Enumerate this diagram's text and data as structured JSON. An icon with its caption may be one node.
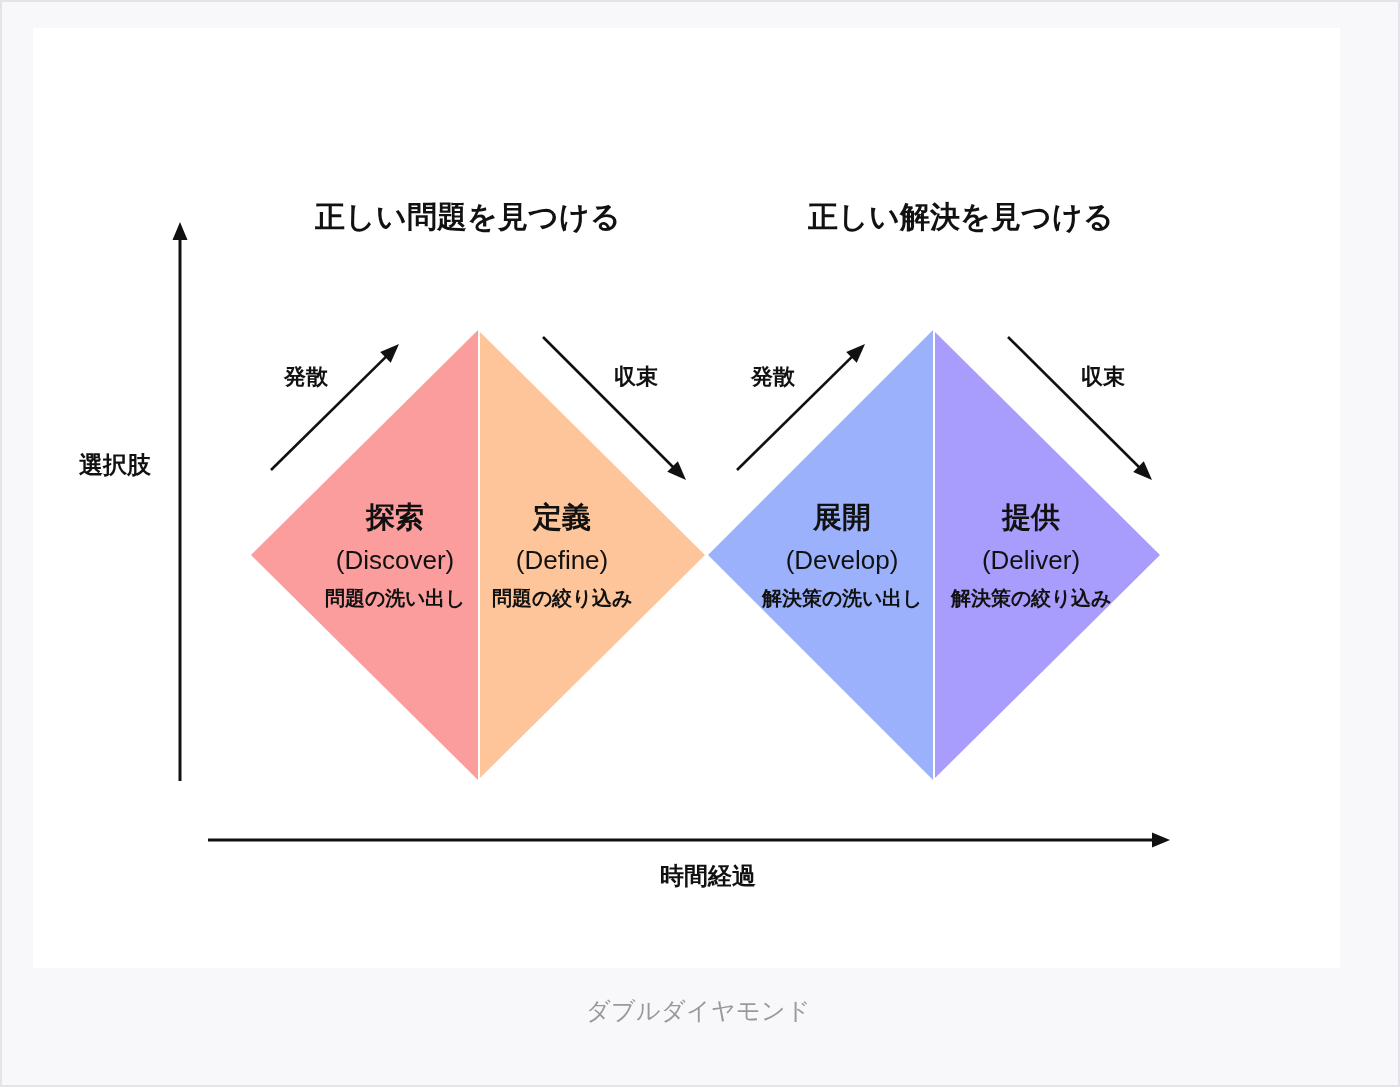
{
  "diagram": {
    "caption": "ダブルダイヤモンド",
    "nodes": [
      {
        "text": [
          "探索",
          "(Discover)",
          "問題の洗い出し"
        ]
      },
      {
        "text": [
          "定義",
          "(Define)",
          "問題の絞り込み"
        ]
      },
      {
        "text": [
          "展開",
          "(Develop)",
          "解決策の洗い出し"
        ]
      },
      {
        "text": [
          "提供",
          "(Deliver)",
          "解決策の絞り込み"
        ]
      }
    ],
    "labels": [
      "正しい問題を見つける",
      "正しい解決を見つける",
      "発散",
      "収束",
      "発散",
      "収束",
      "選択肢",
      "時間経過"
    ]
  }
}
